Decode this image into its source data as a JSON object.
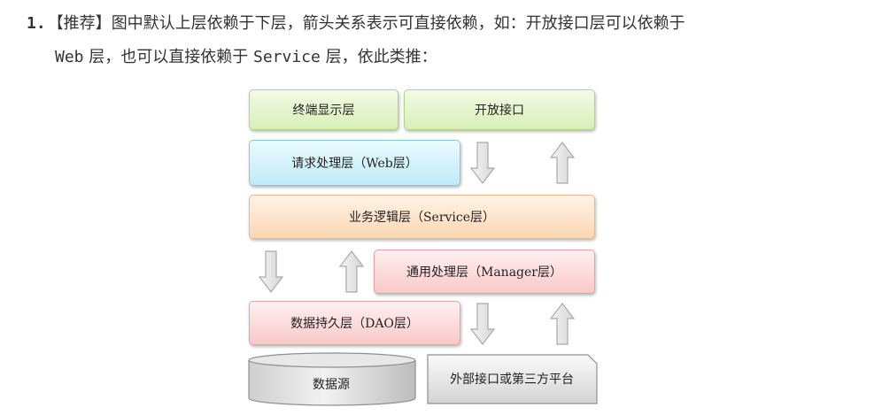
{
  "intro": {
    "number": "1.",
    "tag": "【推荐】",
    "line1_text": "图中默认上层依赖于下层，箭头关系表示可直接依赖，如：开放接口层可以依赖于",
    "line2_web": "Web",
    "line2_mid": "层，也可以直接依赖于",
    "line2_service": "Service",
    "line2_end": "层，依此类推："
  },
  "diagram": {
    "terminal_display": "终端显示层",
    "open_api": "开放接口",
    "web_layer": "请求处理层（Web层）",
    "service_layer": "业务逻辑层（Service层）",
    "manager_layer": "通用处理层（Manager层）",
    "dao_layer": "数据持久层（DAO层）",
    "data_source": "数据源",
    "external": "外部接口或第三方平台"
  },
  "colors": {
    "green": "#d7efb7",
    "blue": "#bfeaf7",
    "orange": "#fbd7b4",
    "pink": "#f9c8c8",
    "grey": "#d8d8d8"
  },
  "icons": {
    "down": "down-arrow-icon",
    "up": "up-arrow-icon"
  }
}
